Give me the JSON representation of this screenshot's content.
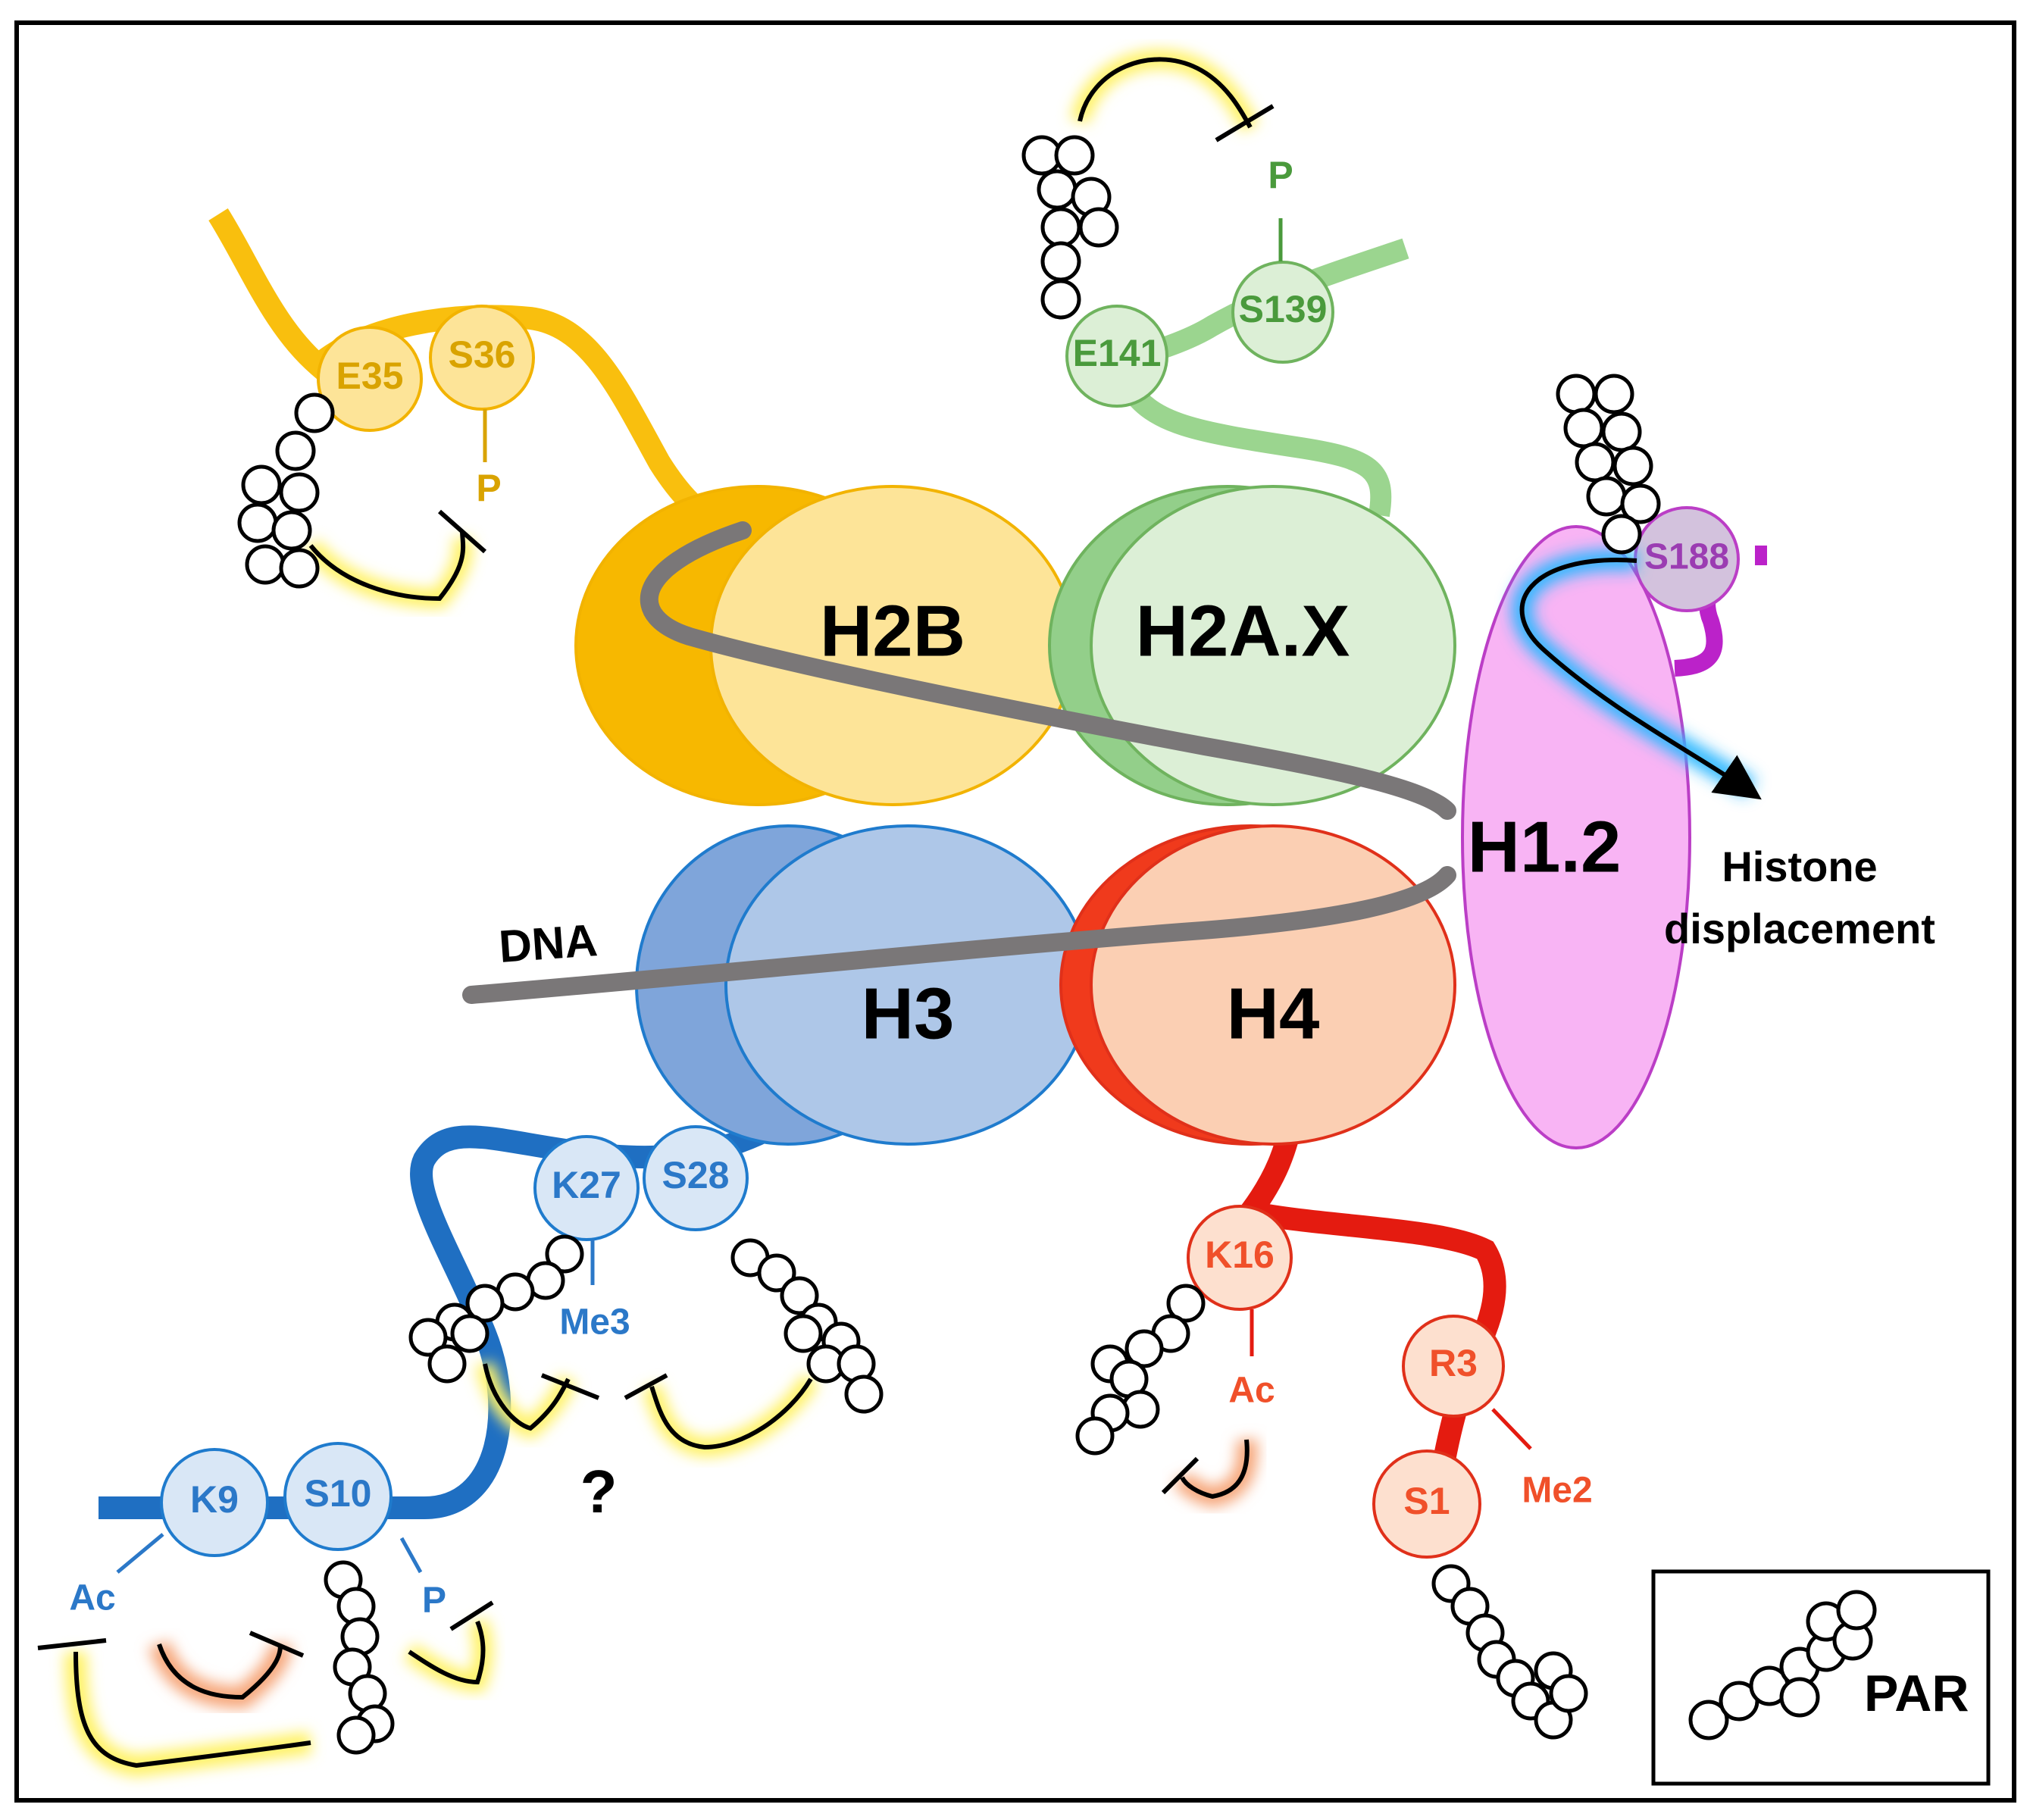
{
  "colors": {
    "h2b_fill": "#fde498",
    "h2b_dark": "#f7b800",
    "h2b_stroke": "#f2b300",
    "h2b_tail": "#f9bf0e",
    "h2b_text": "#d9a300",
    "h2a_fill": "#dcefd6",
    "h2a_dark": "#93cf8a",
    "h2a_stroke": "#6fb35e",
    "h2a_tail": "#9bd58f",
    "h2a_text": "#4a9a3c",
    "h3_fill": "#aec7e8",
    "h3_dark": "#7fa5da",
    "h3_stroke": "#1f7bcd",
    "h3_tail": "#1f6fc2",
    "h3_text": "#2b78c8",
    "h3_res": "#d9e7f6",
    "h4_fill": "#fbcfb3",
    "h4_dark": "#f03a1c",
    "h4_stroke": "#e0301a",
    "h4_tail": "#e41b10",
    "h4_text": "#f0502a",
    "h4_res": "#fde0cf",
    "h1_fill": "#f8b4f4",
    "h1_stroke": "#bb3ec6",
    "h1_tail": "#bb22c9",
    "s188_fill": "#d3c2dd",
    "s188_text": "#9b3cb2",
    "dna": "#7a7778",
    "highlight_yellow": "#fff267",
    "highlight_orange": "#f6a77b",
    "glow_blue": "#2fb8ff"
  },
  "histones": {
    "h2b": "H2B",
    "h2ax": "H2A.X",
    "h3": "H3",
    "h4": "H4",
    "h1": "H1.2"
  },
  "dna_label": "DNA",
  "h2b_residues": {
    "e35": "E35",
    "s36": "S36",
    "mod_p": "P"
  },
  "h2ax_residues": {
    "e141": "E141",
    "s139": "S139",
    "mod_p": "P"
  },
  "h1_residues": {
    "s188": "S188"
  },
  "h3_residues": {
    "k27": "K27",
    "s28": "S28",
    "mod_me3": "Me3",
    "question": "?",
    "k9": "K9",
    "s10": "S10",
    "mod_ac": "Ac",
    "mod_p": "P"
  },
  "h4_residues": {
    "k16": "K16",
    "mod_ac": "Ac",
    "r3": "R3",
    "s1": "S1",
    "mod_me2": "Me2"
  },
  "displacement": {
    "line1": "Histone",
    "line2": "displacement"
  },
  "legend": {
    "label": "PAR"
  }
}
